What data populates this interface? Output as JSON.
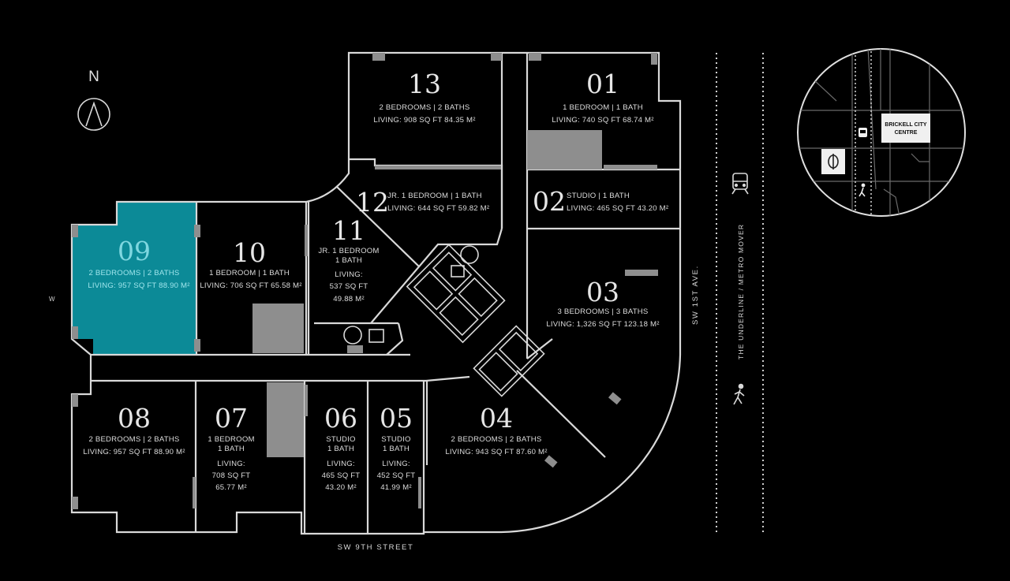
{
  "compass": {
    "label": "N"
  },
  "west_label": "W",
  "colors": {
    "background": "#000000",
    "selected_unit": "#0c8a97",
    "walls": "#d9d9d9",
    "core": "#8e8e8e"
  },
  "units": [
    {
      "id": "09",
      "line1": "2 BEDROOMS | 2 BATHS",
      "line2": "LIVING:  957 SQ FT   88.90 M²",
      "selected": true
    },
    {
      "id": "10",
      "line1": "1 BEDROOM | 1 BATH",
      "line2": "LIVING: 706 SQ FT  65.58 M²"
    },
    {
      "id": "11",
      "line1": "JR. 1 BEDROOM",
      "line2": "1 BATH",
      "line3": "LIVING:",
      "line4": "537 SQ FT",
      "line5": "49.88 M²"
    },
    {
      "id": "12",
      "line1": "JR. 1 BEDROOM | 1 BATH",
      "line2": "LIVING:  644 SQ FT  59.82 M²"
    },
    {
      "id": "13",
      "line1": "2  BEDROOMS | 2 BATHS",
      "line2": "LIVING:  908 SQ FT  84.35 M²"
    },
    {
      "id": "01",
      "line1": "1  BEDROOM | 1 BATH",
      "line2": "LIVING:  740 SQ FT  68.74 M²"
    },
    {
      "id": "02",
      "line1": "STUDIO | 1 BATH",
      "line2": "LIVING:  465 SQ FT  43.20 M²"
    },
    {
      "id": "03",
      "line1": "3 BEDROOMS | 3 BATHS",
      "line2": "LIVING:  1,326 SQ FT  123.18 M²"
    },
    {
      "id": "04",
      "line1": "2 BEDROOMS | 2 BATHS",
      "line2": "LIVING:  943 SQ FT  87.60 M²"
    },
    {
      "id": "05",
      "line1": "STUDIO",
      "line2": "1 BATH",
      "line3": "LIVING:",
      "line4": "452 SQ FT",
      "line5": "41.99 M²"
    },
    {
      "id": "06",
      "line1": "STUDIO",
      "line2": "1 BATH",
      "line3": "LIVING:",
      "line4": "465 SQ FT",
      "line5": "43.20 M²"
    },
    {
      "id": "07",
      "line1": "1 BEDROOM",
      "line2": "1 BATH",
      "line3": "LIVING:",
      "line4": "708 SQ FT",
      "line5": "65.77 M²"
    },
    {
      "id": "08",
      "line1": "2 BEDROOMS | 2 BATHS",
      "line2": "LIVING:  957 SQ FT   88.90 M²"
    }
  ],
  "streets": {
    "south": "SW 9TH STREET",
    "east": "SW 1ST AVE.",
    "transit": "THE UNDERLINE  /  METRO MOVER"
  },
  "locator_map": {
    "landmark": [
      "BRICKELL CITY",
      "CENTRE"
    ],
    "icons": [
      "building-logo-icon",
      "train-icon",
      "pedestrian-icon"
    ]
  },
  "icons": [
    "compass-icon",
    "train-icon",
    "pedestrian-icon"
  ]
}
